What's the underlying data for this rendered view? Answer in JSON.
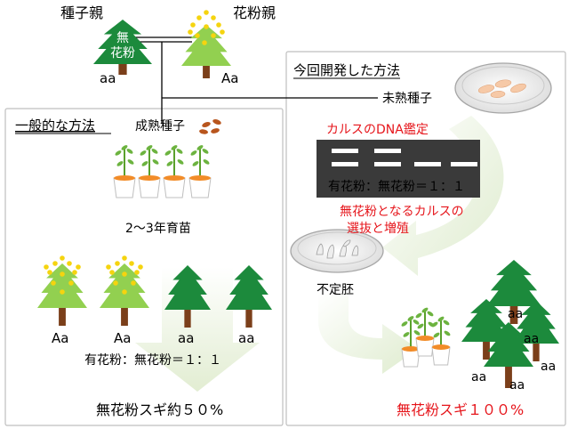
{
  "labels": {
    "seed_parent": "種子親",
    "pollen_parent": "花粉親",
    "seed_parent_badge_line1": "無",
    "seed_parent_badge_line2": "花粉",
    "seed_parent_genotype": "aa",
    "pollen_parent_genotype": "Aa",
    "immature_seed": "未熟種子",
    "mature_seed": "成熟種子"
  },
  "conventional": {
    "title": "一般的な方法",
    "growing": "2～3年育苗",
    "genotypes": [
      "Aa",
      "Aa",
      "aa",
      "aa"
    ],
    "ratio": "有花粉：無花粉＝１：１",
    "result": "無花粉スギ約５０%"
  },
  "new_method": {
    "title": "今回開発した方法",
    "dna_test": "カルスのDNA鑑定",
    "ratio": "有花粉：無花粉＝１：１",
    "selection_line1": "無花粉となるカルスの",
    "selection_line2": "選抜と増殖",
    "embryo": "不定胚",
    "genotypes": [
      "aa",
      "aa",
      "aa",
      "aa",
      "aa"
    ],
    "result": "無花粉スギ１００%"
  },
  "colors": {
    "pollen_tree": "#92d050",
    "pollen_free_tree": "#1c8a3c",
    "trunk": "#7b3f1a",
    "flower": "#f5d40f",
    "arrow": "#e3eed3",
    "highlight": "#e6151b",
    "panel_border": "#bfbfbf",
    "gel": "#3a3a3a"
  }
}
